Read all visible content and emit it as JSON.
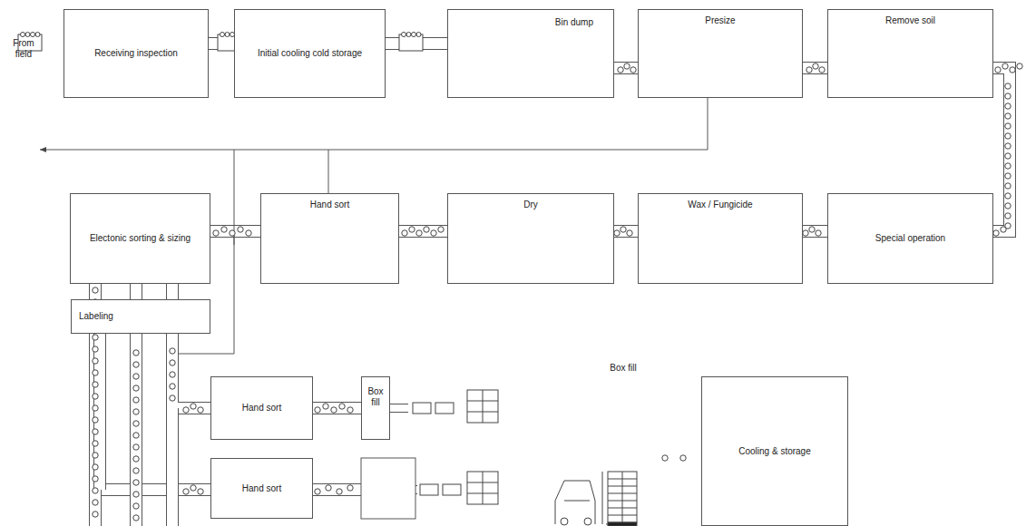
{
  "diagram": {
    "nodes": [
      {
        "text": [
          "Receiving inspection"
        ]
      },
      {
        "text": [
          "Initial cooling cold storage"
        ]
      },
      {
        "text": [
          "Bin dump"
        ]
      },
      {
        "text": [
          "Presize"
        ]
      },
      {
        "text": [
          "Remove soil"
        ]
      },
      {
        "text": [
          "Special operation"
        ]
      },
      {
        "text": [
          "Wax / Fungicide"
        ]
      },
      {
        "text": [
          "Dry"
        ]
      },
      {
        "text": [
          "Hand sort"
        ]
      },
      {
        "text": [
          "Electonic sorting & sizing"
        ]
      },
      {
        "text": [
          "Labeling"
        ]
      },
      {
        "text": [
          "Hand sort"
        ]
      },
      {
        "text": [
          "Box fill"
        ]
      },
      {
        "text": [
          "Hand sort"
        ]
      },
      {
        "text": [
          "Cooling & storage"
        ]
      }
    ],
    "edges": [
      {
        "from": 0,
        "to": 1,
        "arrow": "none"
      },
      {
        "from": 1,
        "to": 2,
        "arrow": "none"
      },
      {
        "from": 2,
        "to": 3,
        "arrow": "none"
      },
      {
        "from": 3,
        "to": 4,
        "arrow": "none"
      },
      {
        "from": 4,
        "to": 5,
        "arrow": "none"
      },
      {
        "from": 5,
        "to": 6,
        "arrow": "none"
      },
      {
        "from": 6,
        "to": 7,
        "arrow": "none"
      },
      {
        "from": 7,
        "to": 8,
        "arrow": "none"
      },
      {
        "from": 8,
        "to": 9,
        "arrow": "none"
      },
      {
        "from": 9,
        "to": 10,
        "arrow": "none"
      },
      {
        "from": 10,
        "to": 11,
        "arrow": "none"
      },
      {
        "from": 10,
        "to": 13,
        "arrow": "none"
      },
      {
        "from": 11,
        "to": 12,
        "arrow": "none"
      }
    ],
    "labels": [
      "From field",
      "Box fill"
    ]
  }
}
